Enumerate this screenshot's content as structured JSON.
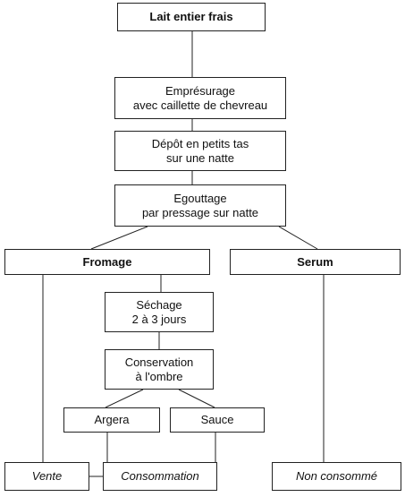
{
  "nodes": {
    "lait": {
      "text": "Lait entier frais"
    },
    "empresurage": {
      "line1": "Emprésurage",
      "line2": "avec caillette de chevreau"
    },
    "depot": {
      "line1": "Dépôt en petits tas",
      "line2": "sur une natte"
    },
    "egouttage": {
      "line1": "Egouttage",
      "line2": "par pressage sur natte"
    },
    "fromage": {
      "text": "Fromage"
    },
    "serum": {
      "text": "Serum"
    },
    "sechage": {
      "line1": "Séchage",
      "line2": "2 à 3 jours"
    },
    "conservation": {
      "line1": "Conservation",
      "line2": "à l'ombre"
    },
    "argera": {
      "text": "Argera"
    },
    "sauce": {
      "text": "Sauce"
    },
    "vente": {
      "text": "Vente"
    },
    "consommation": {
      "text": "Consommation"
    },
    "non_consomme": {
      "text": "Non consommé"
    }
  },
  "colors": {
    "line": "#222222",
    "box_border": "#222222"
  }
}
